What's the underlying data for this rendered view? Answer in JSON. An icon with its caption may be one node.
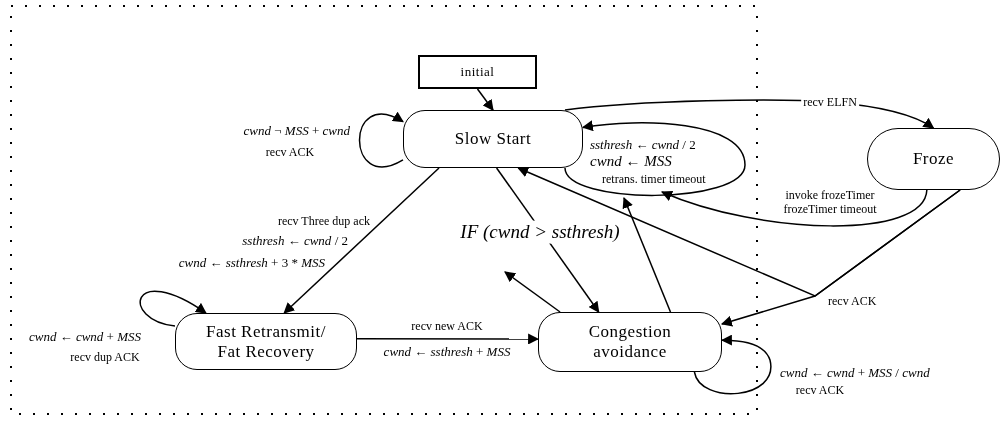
{
  "diagram": {
    "nodes": [
      {
        "text": [
          "initial"
        ]
      },
      {
        "text": [
          "Slow Start"
        ]
      },
      {
        "text": [
          "Froze"
        ]
      },
      {
        "text": [
          "Fast Retransmit/ Fat Recovery"
        ]
      },
      {
        "text": [
          "Congestion avoidance"
        ]
      }
    ],
    "edges": [
      {
        "from": 0,
        "to": 1,
        "arrow": "to"
      },
      {
        "from": 1,
        "to": 1,
        "arrow": "to",
        "label": "recv ACK"
      },
      {
        "from": 1,
        "to": 1,
        "arrow": "to",
        "label": "retrans. timer timeout"
      },
      {
        "from": 1,
        "to": 2,
        "arrow": "to",
        "label": "recv ELFN"
      },
      {
        "from": 2,
        "to": null,
        "arrow": "to",
        "label": "invoke frozeTimer frozeTimer timeout"
      },
      {
        "from": 2,
        "to": 4,
        "arrow": "to",
        "label": "recv ACK"
      },
      {
        "from": 2,
        "to": 1,
        "arrow": "to"
      },
      {
        "from": 1,
        "to": 3,
        "arrow": "to",
        "label": "recv Three dup ack"
      },
      {
        "from": 3,
        "to": 3,
        "arrow": "to",
        "label": "recv dup ACK"
      },
      {
        "from": 3,
        "to": 4,
        "arrow": "to",
        "label": "recv new ACK"
      },
      {
        "from": 1,
        "to": 4,
        "arrow": "to",
        "label": "*IF* (*cwnd* > *ssthresh*)"
      },
      {
        "from": 4,
        "to": null,
        "arrow": "to"
      },
      {
        "from": 4,
        "to": null,
        "arrow": "to"
      },
      {
        "from": 4,
        "to": 4,
        "arrow": "to",
        "label": "recv ACK"
      }
    ],
    "labels": [
      "*cwnd* ¬ *MSS* + *cwnd*",
      "*ssthresh* ← *cwnd* / 2",
      "*cwnd* ← *MSS*",
      "*ssthresh* ← *cwnd* / 2",
      "*cwnd* ← *ssthresh* + 3 * *MSS*",
      "*cwnd* ← *cwnd* + *MSS*",
      "*cwnd* ← *ssthresh* + *MSS*",
      "*cwnd* ← *cwnd* + *MSS* / *cwnd*"
    ]
  }
}
